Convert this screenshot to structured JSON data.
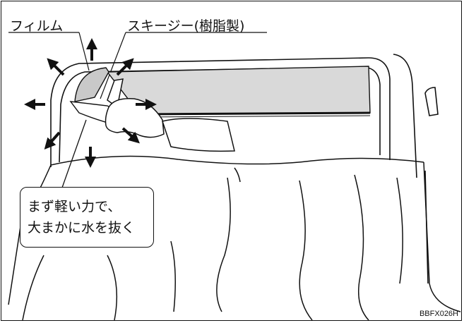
{
  "labels": {
    "film": "フィルム",
    "squeegee": "スキージー(樹脂製)"
  },
  "callout": {
    "line1": "まず軽い力で、",
    "line2": "大まかに水を抜く"
  },
  "figure_code": "BBFX026H",
  "colors": {
    "line": "#111111",
    "film_shade": "#c9c9c9",
    "glass_shade": "#d9d9d9",
    "background": "#ffffff"
  }
}
